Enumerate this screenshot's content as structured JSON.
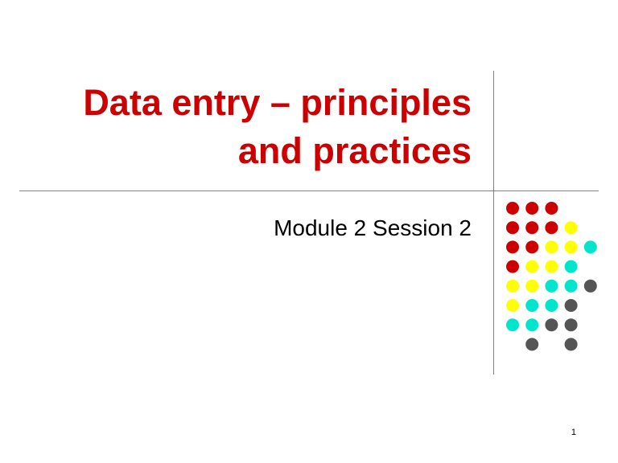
{
  "slide": {
    "title_lines": [
      "Data entry – principles",
      "and practices"
    ],
    "subtitle": "Module 2 Session 2",
    "page_number": "1"
  },
  "colors": {
    "title": "#cc0000",
    "rule": "#808080",
    "dot_red": "#cc0000",
    "dot_yellow": "#ffff00",
    "dot_cyan": "#00e5cc",
    "dot_gray": "#555555"
  },
  "decoration": {
    "dot_grid": [
      [
        "red",
        "red",
        "red",
        "",
        ""
      ],
      [
        "red",
        "red",
        "red",
        "yellow",
        ""
      ],
      [
        "red",
        "red",
        "yellow",
        "yellow",
        "cyan"
      ],
      [
        "red",
        "yellow",
        "yellow",
        "cyan",
        ""
      ],
      [
        "yellow",
        "yellow",
        "cyan",
        "cyan",
        "gray"
      ],
      [
        "yellow",
        "cyan",
        "cyan",
        "gray",
        ""
      ],
      [
        "cyan",
        "cyan",
        "gray",
        "gray",
        ""
      ],
      [
        "",
        "gray",
        "",
        "gray",
        ""
      ]
    ]
  }
}
